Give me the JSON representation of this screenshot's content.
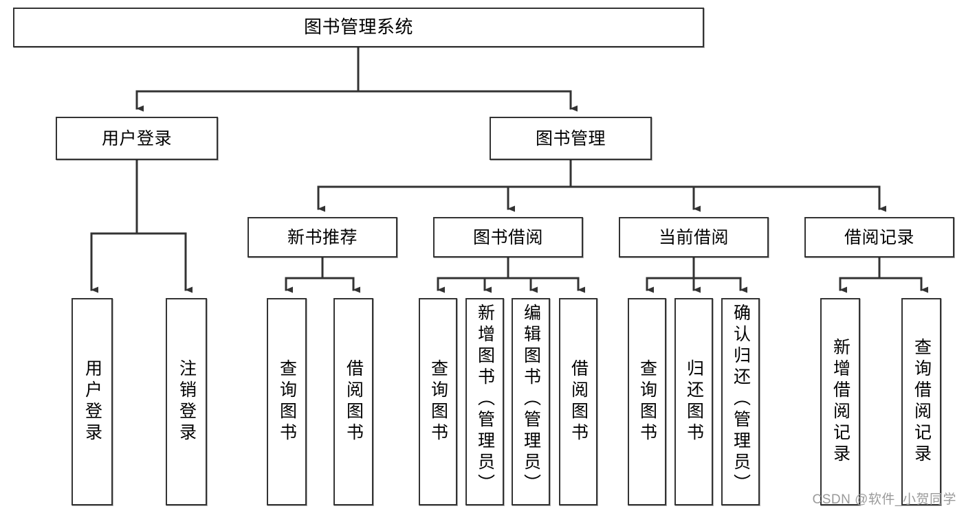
{
  "diagram": {
    "title": "图书管理系统",
    "type": "tree",
    "watermark": "CSDN @软件_小贺同学",
    "colors": {
      "node_border": "#333333",
      "node_fill": "#ffffff",
      "edge": "#333333",
      "text": "#000000",
      "watermark": "#9a9a9a"
    },
    "nodes": {
      "root": {
        "label": "图书管理系统"
      },
      "level2": [
        {
          "id": "user-login",
          "label": "用户登录"
        },
        {
          "id": "book-manage",
          "label": "图书管理"
        }
      ],
      "level3": [
        {
          "id": "new-book-rec",
          "label": "新书推荐"
        },
        {
          "id": "book-borrow",
          "label": "图书借阅"
        },
        {
          "id": "current-borrow",
          "label": "当前借阅"
        },
        {
          "id": "borrow-record",
          "label": "借阅记录"
        }
      ],
      "leaves": {
        "user-login": [
          {
            "id": "leaf-user-login",
            "label": "用户登录"
          },
          {
            "id": "leaf-user-logout",
            "label": "注销登录"
          }
        ],
        "new-book-rec": [
          {
            "id": "leaf-query-book-1",
            "label": "查询图书"
          },
          {
            "id": "leaf-borrow-book-1",
            "label": "借阅图书"
          }
        ],
        "book-borrow": [
          {
            "id": "leaf-query-book-2",
            "label": "查询图书"
          },
          {
            "id": "leaf-add-book",
            "label": "新增图书（管理员）"
          },
          {
            "id": "leaf-edit-book",
            "label": "编辑图书（管理员）"
          },
          {
            "id": "leaf-borrow-book-2",
            "label": "借阅图书"
          }
        ],
        "current-borrow": [
          {
            "id": "leaf-query-book-3",
            "label": "查询图书"
          },
          {
            "id": "leaf-return-book",
            "label": "归还图书"
          },
          {
            "id": "leaf-confirm-return",
            "label": "确认归还（管理员）"
          }
        ],
        "borrow-record": [
          {
            "id": "leaf-add-record",
            "label": "新增借阅记录"
          },
          {
            "id": "leaf-query-record",
            "label": "查询借阅记录"
          }
        ]
      }
    }
  }
}
